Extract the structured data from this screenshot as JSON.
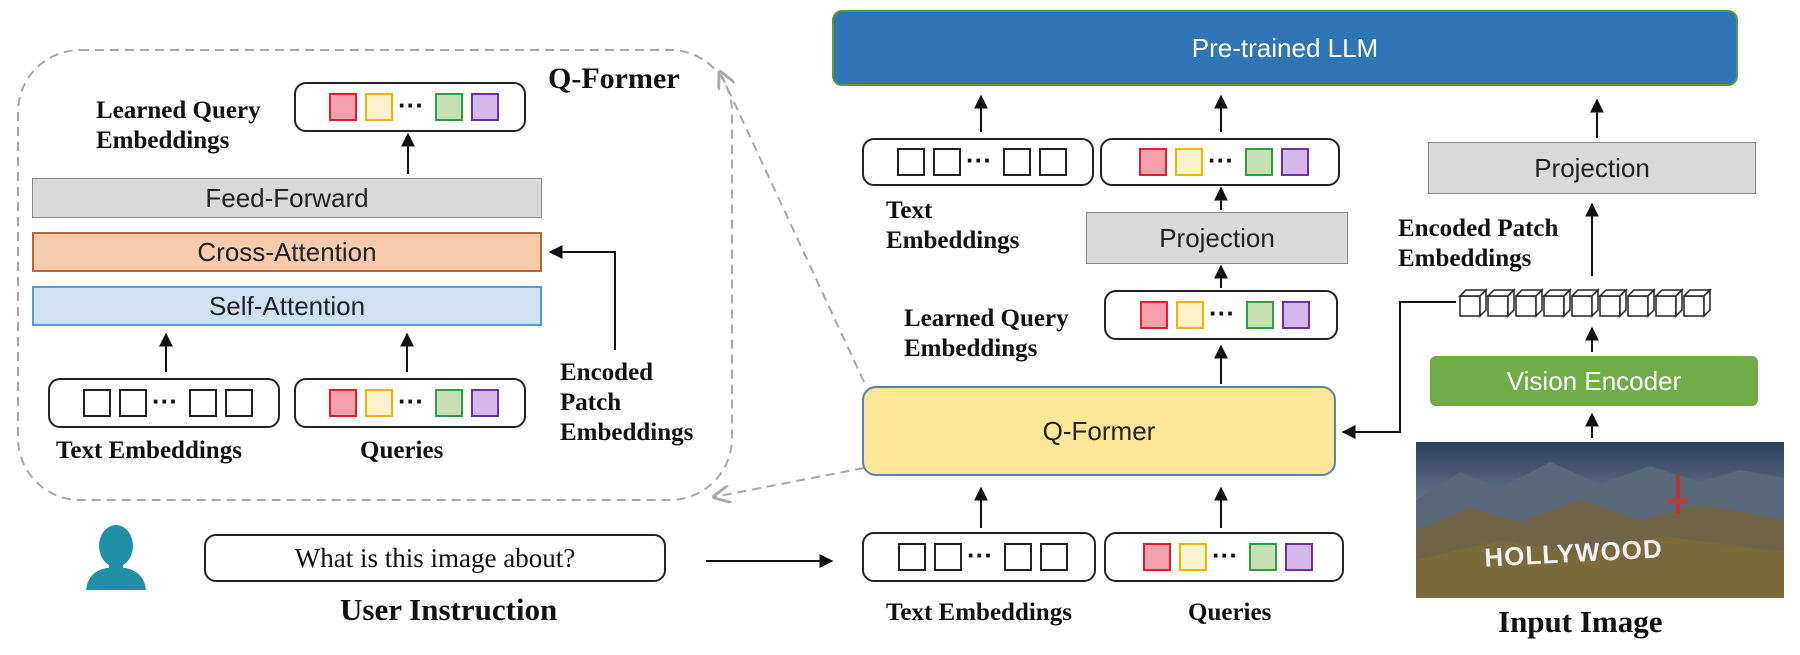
{
  "qformer_detail": {
    "title": "Q-Former",
    "learned_query_label": [
      "Learned Query",
      "Embeddings"
    ],
    "feed_forward": "Feed-Forward",
    "cross_attention": "Cross-Attention",
    "self_attention": "Self-Attention",
    "encoded_patch_label": [
      "Encoded",
      "Patch",
      "Embeddings"
    ],
    "text_embeddings_label": "Text Embeddings",
    "queries_label": "Queries"
  },
  "user": {
    "instruction_text": "What is this image about?",
    "instruction_label": "User Instruction"
  },
  "pipeline": {
    "llm": "Pre-trained LLM",
    "qformer": "Q-Former",
    "projection": "Projection",
    "text_embeddings_label": [
      "Text",
      "Embeddings"
    ],
    "learned_query_label": [
      "Learned Query",
      "Embeddings"
    ],
    "bottom_text_label": "Text Embeddings",
    "bottom_queries_label": "Queries"
  },
  "vision": {
    "projection": "Projection",
    "encoded_patch_label": [
      "Encoded Patch",
      "Embeddings"
    ],
    "encoder": "Vision Encoder",
    "image_sign": "HOLLYWOOD",
    "input_label": "Input Image"
  },
  "token_glyph": "···",
  "colors": {
    "llm": "#2E75B6",
    "qformer": "#FFE699",
    "encoder": "#70AD47",
    "projection": "#D9D9D9",
    "cross_attention": "#F8CBAD",
    "self_attention": "#CFE2F3",
    "user_icon": "#1F8FA6",
    "query_tokens": [
      "#F4A0A8",
      "#FFF2CC",
      "#C6E0B4",
      "#D5B8EA"
    ],
    "query_borders": [
      "#E02030",
      "#F0B400",
      "#2E9E40",
      "#7030A0"
    ]
  }
}
